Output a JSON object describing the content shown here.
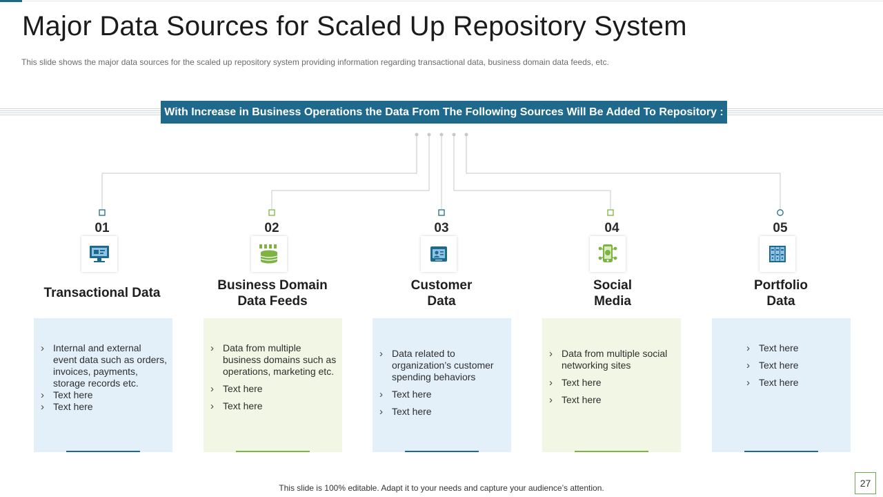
{
  "slide": {
    "title": "Major Data Sources for Scaled Up Repository System",
    "subtitle": "This slide shows the major data sources for the scaled up repository system providing information  regarding transactional data, business domain data feeds, etc.",
    "banner": "With Increase in Business Operations the Data From The Following Sources Will Be Added To Repository :"
  },
  "sources": [
    {
      "number": "01",
      "title_lines": [
        "Transactional Data"
      ],
      "icon": "computer-monitor-icon",
      "bullets": [
        "Internal and external event data such as orders, invoices, payments, storage records etc.",
        "Text here",
        "Text here"
      ]
    },
    {
      "number": "02",
      "title_lines": [
        "Business Domain",
        "Data Feeds"
      ],
      "icon": "database-stack-icon",
      "bullets": [
        "Data from multiple business domains such as operations, marketing etc.",
        "Text here",
        "Text here"
      ]
    },
    {
      "number": "03",
      "title_lines": [
        "Customer",
        "Data"
      ],
      "icon": "customer-profile-icon",
      "bullets": [
        "Data related to organization’s customer spending behaviors",
        "Text here",
        "Text here"
      ]
    },
    {
      "number": "04",
      "title_lines": [
        "Social",
        "Media"
      ],
      "icon": "smartphone-social-icon",
      "bullets": [
        "Data from multiple social networking sites",
        "Text here",
        "Text here"
      ]
    },
    {
      "number": "05",
      "title_lines": [
        "Portfolio",
        "Data"
      ],
      "icon": "portfolio-cabinet-icon",
      "bullets": [
        "Text here",
        "Text here",
        "Text here"
      ]
    }
  ],
  "footer": {
    "note": "This slide is 100% editable. Adapt it to your needs and capture your audience’s attention.",
    "page_number": "27"
  },
  "colors": {
    "primary": "#1f6a8c",
    "accent_green": "#7cb342",
    "card_blue": "#e3f0fa",
    "card_green": "#f1f7e4"
  }
}
